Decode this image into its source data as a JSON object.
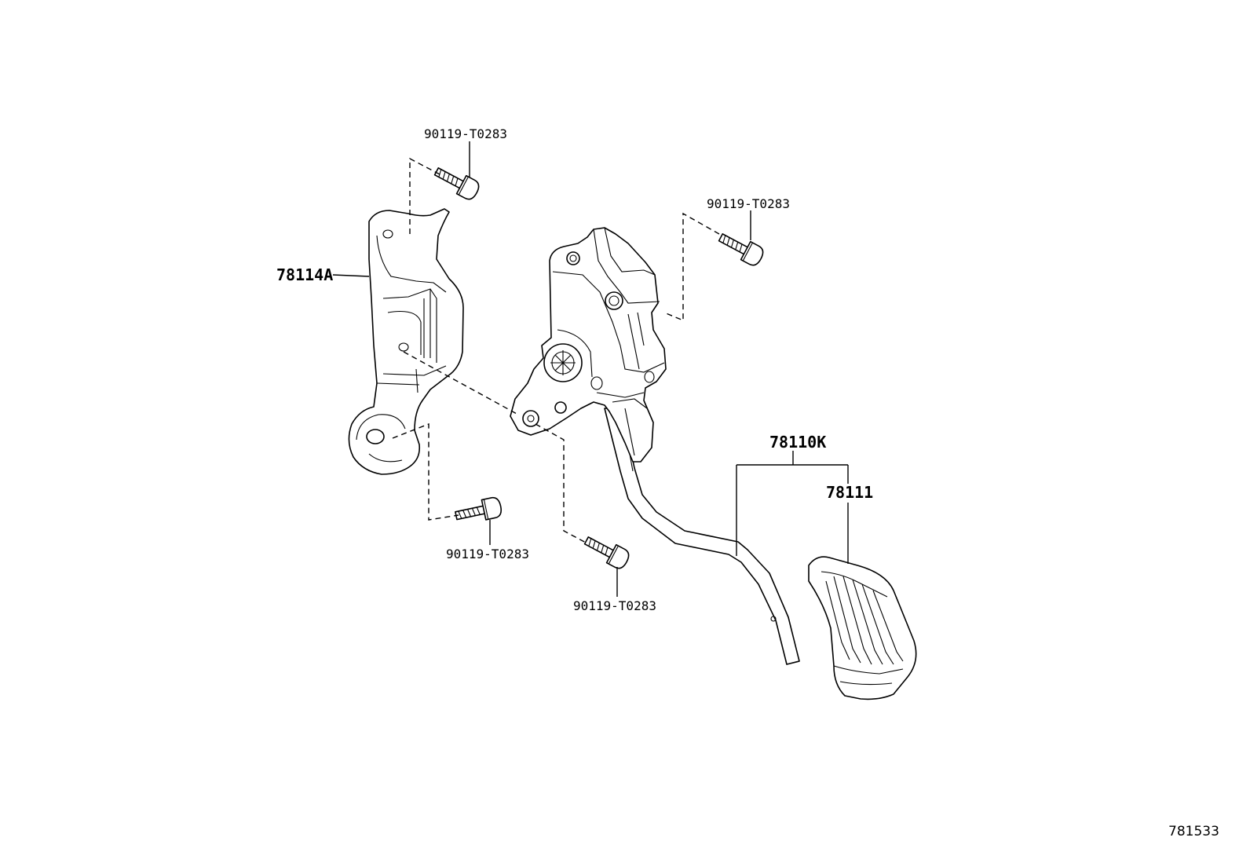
{
  "labels": {
    "bolt_top": "90119-T0283",
    "bolt_right": "90119-T0283",
    "bolt_bottom_left": "90119-T0283",
    "bolt_bottom_center": "90119-T0283",
    "bracket": "78114A",
    "pedal_assy": "78110K",
    "pedal_pad": "78111"
  },
  "figure_number": "781533"
}
